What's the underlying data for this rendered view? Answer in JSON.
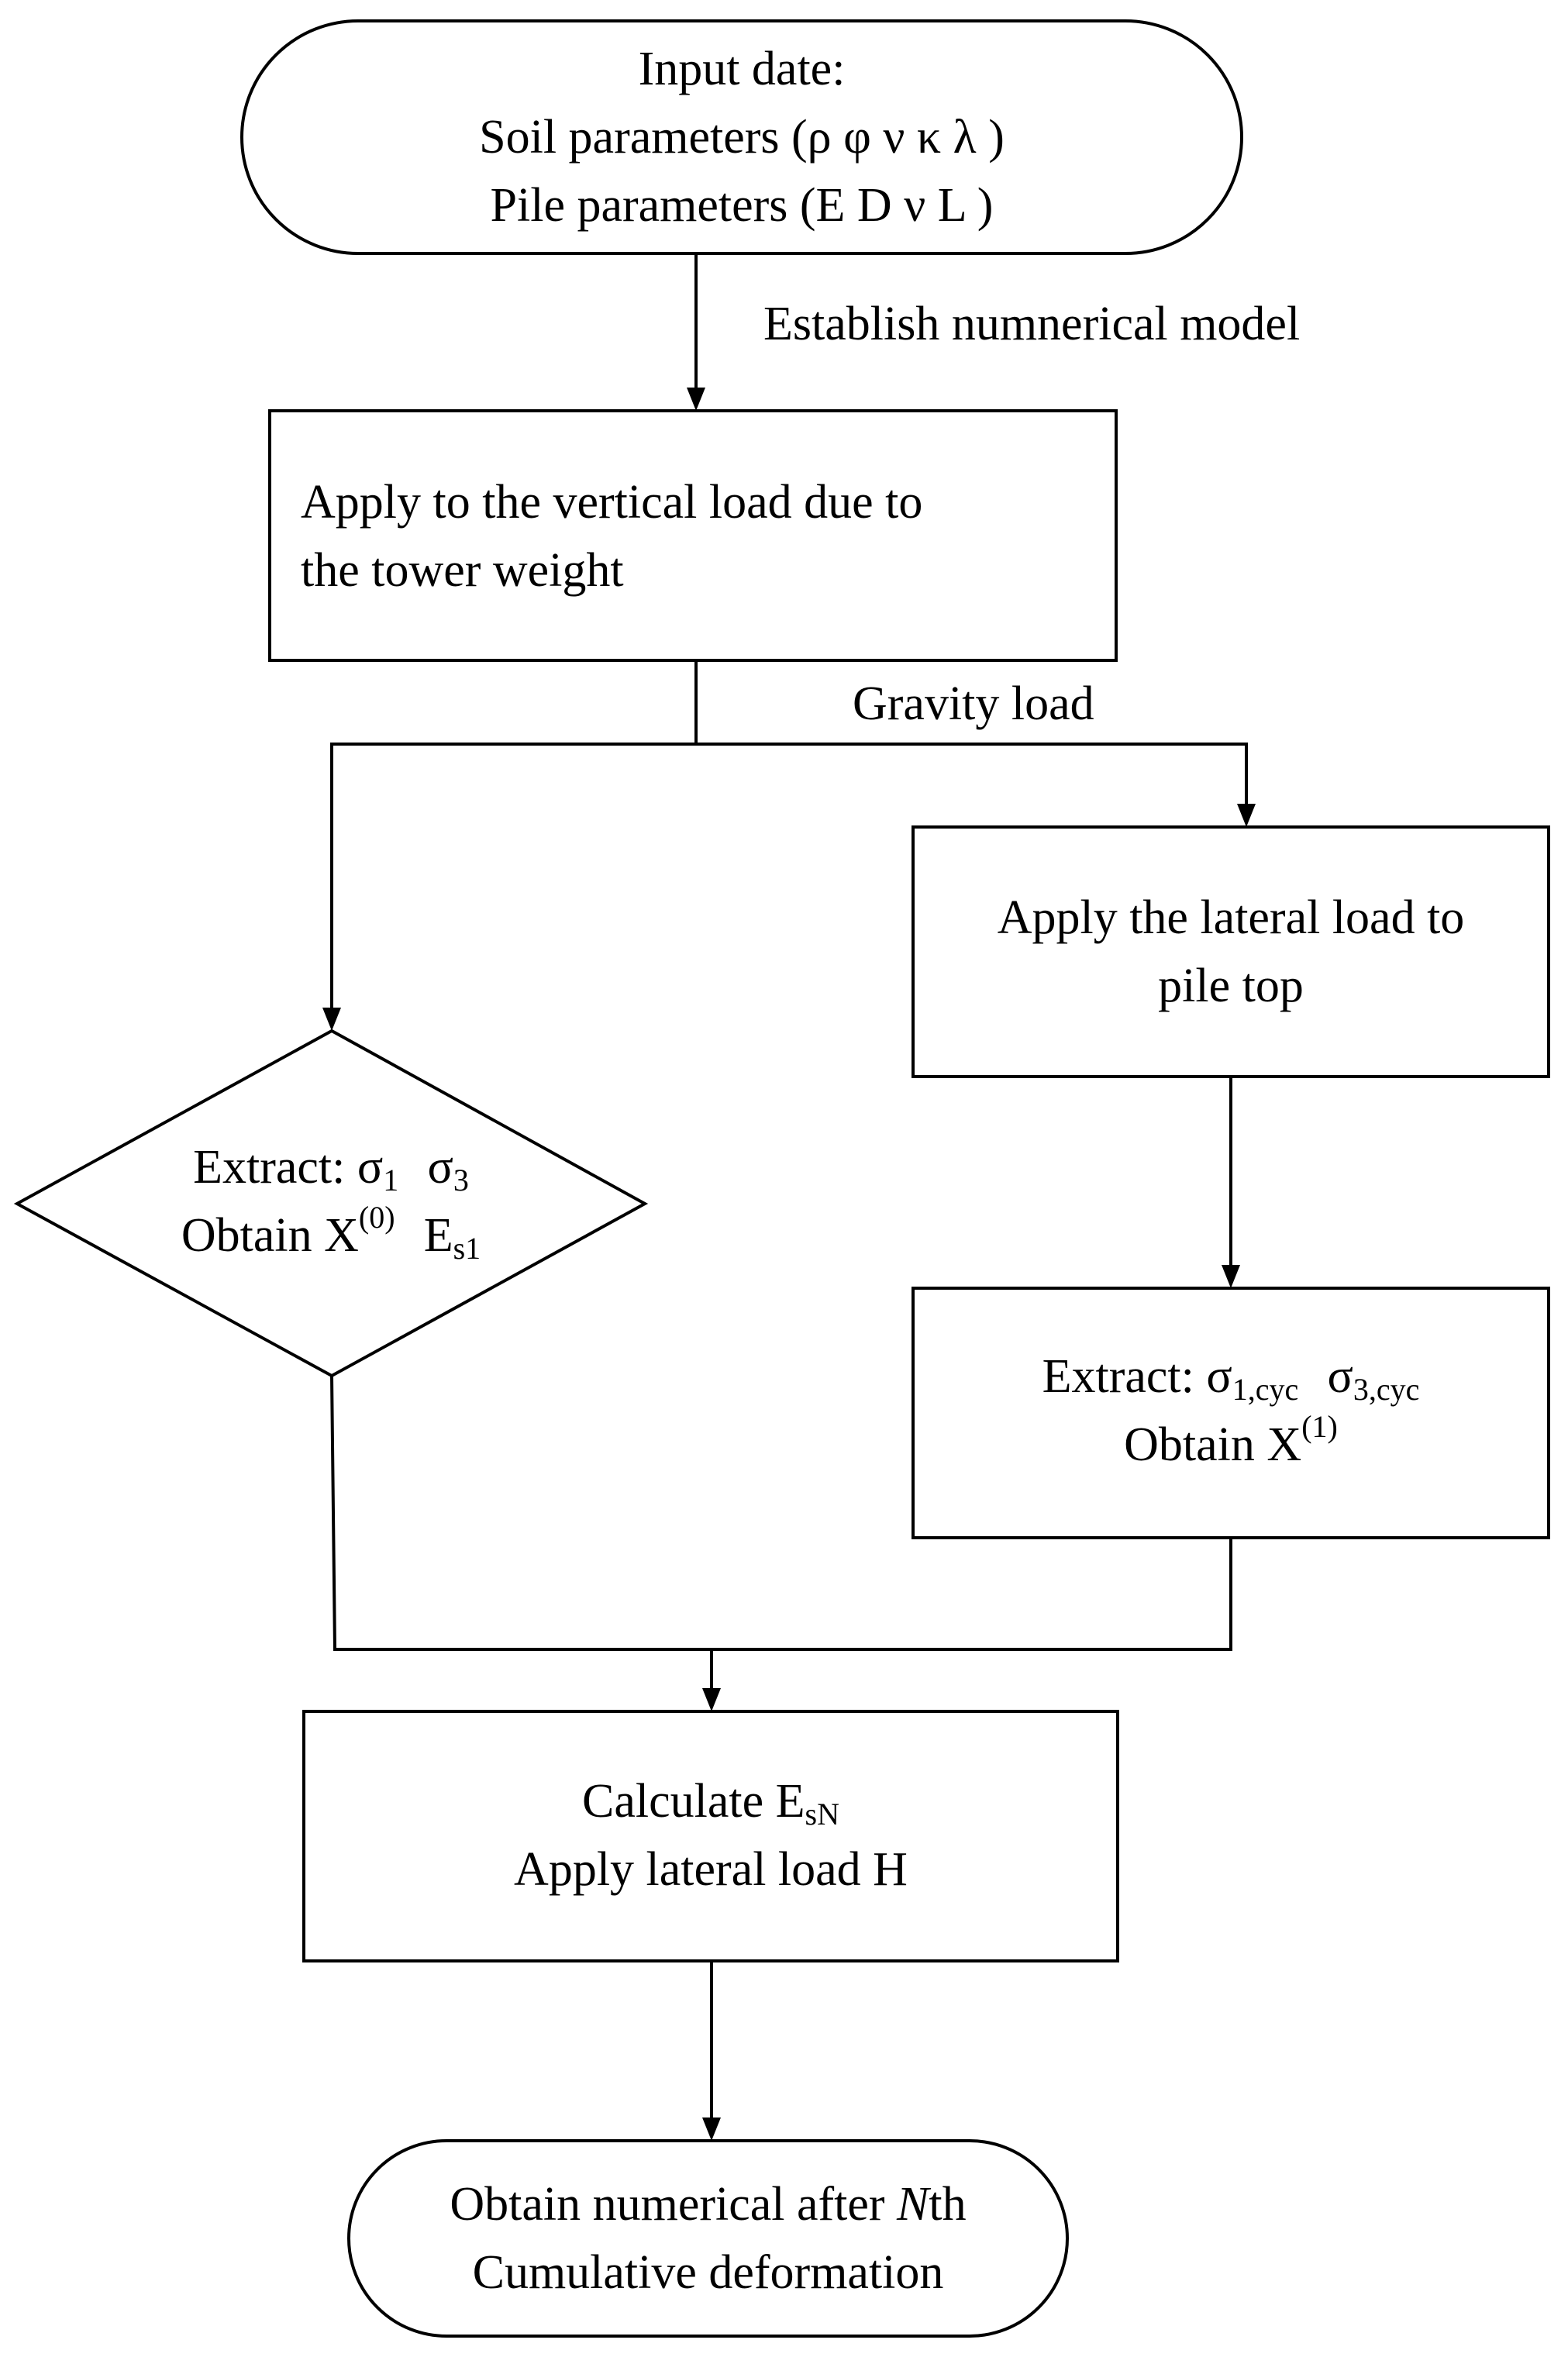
{
  "start": {
    "line1": "Input date:",
    "line2": "Soil parameters (ρ φ ν κ λ )",
    "line3": "Pile parameters (E D ν L )"
  },
  "edge_labels": {
    "establish": "Establish numnerical model",
    "gravity": "Gravity load"
  },
  "vertical_load": {
    "line1": "Apply to the vertical load due to",
    "line2": "the tower weight"
  },
  "lateral_top": {
    "line1": "Apply the lateral load to",
    "line2": "pile top"
  },
  "decision": {
    "extract_label": "Extract:",
    "sigma1": "σ",
    "sigma1_sub": "1",
    "sigma3": "σ",
    "sigma3_sub": "3",
    "obtain_label": "Obtain",
    "x": "X",
    "x_sup": "(0)",
    "e": "E",
    "e_sub": "s1"
  },
  "extract_cyc": {
    "extract_label": "Extract:",
    "sigma1": "σ",
    "sigma1_sub": "1,cyc",
    "sigma3": "σ",
    "sigma3_sub": "3,cyc",
    "obtain_label": "Obtain",
    "x": "X",
    "x_sup": "(1)"
  },
  "calculate": {
    "calc_label": "Calculate",
    "e": "E",
    "e_sub": "sN",
    "line2": "Apply lateral load H"
  },
  "end": {
    "line1_a": "Obtain numerical after ",
    "line1_n": "N",
    "line1_b": "th",
    "line2": "Cumulative deformation"
  }
}
